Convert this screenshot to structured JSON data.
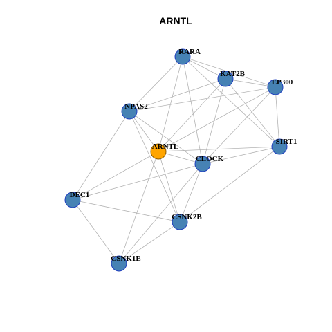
{
  "graph": {
    "title": "ARNTL",
    "colors": {
      "edge": "#b3b3b3",
      "node_default": "#4682b4",
      "node_border": "#1f3fbf",
      "node_center": "#ffa500",
      "node_center_border": "#8a5a00"
    },
    "nodes": [
      {
        "id": "RARA",
        "label": "RARA",
        "role": "neighbor"
      },
      {
        "id": "KAT2B",
        "label": "KAT2B",
        "role": "neighbor"
      },
      {
        "id": "EP300",
        "label": "EP300",
        "role": "neighbor"
      },
      {
        "id": "NPAS2",
        "label": "NPAS2",
        "role": "neighbor"
      },
      {
        "id": "ARNTL",
        "label": "ARNTL",
        "role": "center"
      },
      {
        "id": "CLOCK",
        "label": "CLOCK",
        "role": "neighbor"
      },
      {
        "id": "SIRT1",
        "label": "SIRT1",
        "role": "neighbor"
      },
      {
        "id": "DEC1",
        "label": "DEC1",
        "role": "neighbor"
      },
      {
        "id": "CSNK2B",
        "label": "CSNK2B",
        "role": "neighbor"
      },
      {
        "id": "CSNK1E",
        "label": "CSNK1E",
        "role": "neighbor"
      }
    ],
    "edges": [
      [
        "RARA",
        "KAT2B"
      ],
      [
        "RARA",
        "EP300"
      ],
      [
        "RARA",
        "NPAS2"
      ],
      [
        "RARA",
        "ARNTL"
      ],
      [
        "RARA",
        "CLOCK"
      ],
      [
        "RARA",
        "SIRT1"
      ],
      [
        "KAT2B",
        "EP300"
      ],
      [
        "KAT2B",
        "NPAS2"
      ],
      [
        "KAT2B",
        "ARNTL"
      ],
      [
        "KAT2B",
        "CLOCK"
      ],
      [
        "KAT2B",
        "SIRT1"
      ],
      [
        "EP300",
        "NPAS2"
      ],
      [
        "EP300",
        "ARNTL"
      ],
      [
        "EP300",
        "CLOCK"
      ],
      [
        "EP300",
        "SIRT1"
      ],
      [
        "NPAS2",
        "ARNTL"
      ],
      [
        "NPAS2",
        "CLOCK"
      ],
      [
        "NPAS2",
        "DEC1"
      ],
      [
        "NPAS2",
        "CSNK2B"
      ],
      [
        "ARNTL",
        "CLOCK"
      ],
      [
        "ARNTL",
        "SIRT1"
      ],
      [
        "ARNTL",
        "DEC1"
      ],
      [
        "ARNTL",
        "CSNK2B"
      ],
      [
        "ARNTL",
        "CSNK1E"
      ],
      [
        "CLOCK",
        "SIRT1"
      ],
      [
        "CLOCK",
        "DEC1"
      ],
      [
        "CLOCK",
        "CSNK2B"
      ],
      [
        "CLOCK",
        "CSNK1E"
      ],
      [
        "SIRT1",
        "CSNK2B"
      ],
      [
        "DEC1",
        "CSNK2B"
      ],
      [
        "DEC1",
        "CSNK1E"
      ],
      [
        "CSNK2B",
        "CSNK1E"
      ]
    ]
  }
}
